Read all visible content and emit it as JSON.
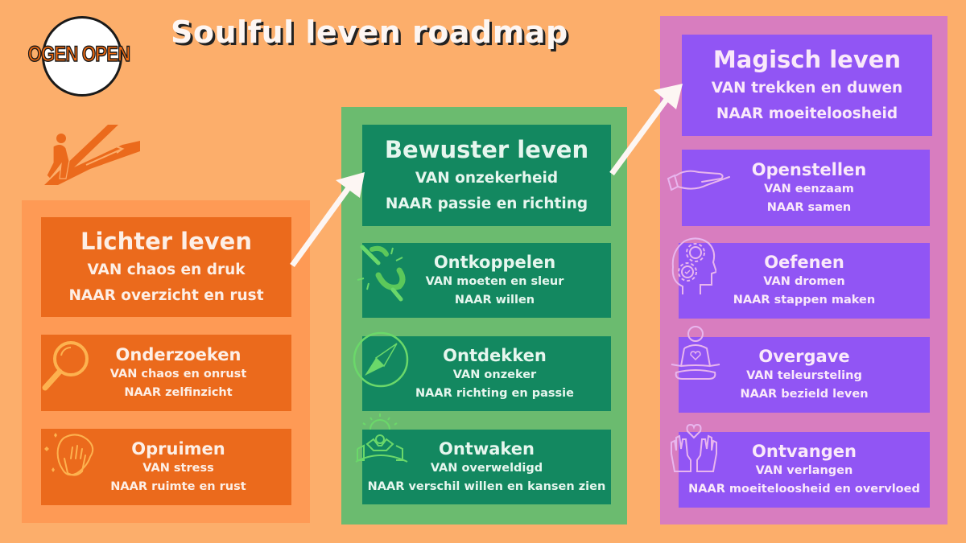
{
  "header": {
    "logo_text": "OGEN OPEN",
    "title": "Soulful leven roadmap"
  },
  "colors": {
    "background": "#FCAE6B",
    "orange_column": "#FE9A55",
    "orange_card": "#EB6A1C",
    "green_column": "#6BBB6F",
    "green_card": "#138860",
    "purple_column": "#D87DBF",
    "purple_card": "#9155F4"
  },
  "columns": [
    {
      "title": "Lichter leven",
      "van": "VAN chaos en druk",
      "naar": "NAAR overzicht en rust",
      "steps": [
        {
          "title": "Onderzoeken",
          "van": "VAN  chaos en onrust",
          "naar": "NAAR zelfinzicht",
          "icon": "magnifier-icon"
        },
        {
          "title": "Opruimen",
          "van": "VAN  stress",
          "naar": "NAAR ruimte en rust",
          "icon": "cleaning-hand-icon"
        }
      ]
    },
    {
      "title": "Bewuster leven",
      "van": "VAN onzekerheid",
      "naar": "NAAR passie en richting",
      "steps": [
        {
          "title": "Ontkoppelen",
          "van": "VAN moeten en sleur",
          "naar": "NAAR willen",
          "icon": "broken-chain-icon"
        },
        {
          "title": "Ontdekken",
          "van": "VAN onzeker",
          "naar": "NAAR richting en passie",
          "icon": "compass-icon"
        },
        {
          "title": "Ontwaken",
          "van": "VAN overweldigd",
          "naar": "NAAR verschil willen en kansen zien",
          "icon": "awakening-icon"
        }
      ]
    },
    {
      "title": "Magisch leven",
      "van": "VAN trekken en duwen",
      "naar": "NAAR moeiteloosheid",
      "steps": [
        {
          "title": "Openstellen",
          "van": "VAN eenzaam",
          "naar": "NAAR samen",
          "icon": "open-hand-icon"
        },
        {
          "title": "Oefenen",
          "van": "VAN dromen",
          "naar": "NAAR stappen maken",
          "icon": "head-gears-icon"
        },
        {
          "title": "Overgave",
          "van": "VAN teleursteling",
          "naar": "NAAR bezield leven",
          "icon": "meditation-icon"
        },
        {
          "title": "Ontvangen",
          "van": "VAN  verlangen",
          "naar": "NAAR moeiteloosheid en overvloed",
          "icon": "hands-heart-icon"
        }
      ]
    }
  ]
}
